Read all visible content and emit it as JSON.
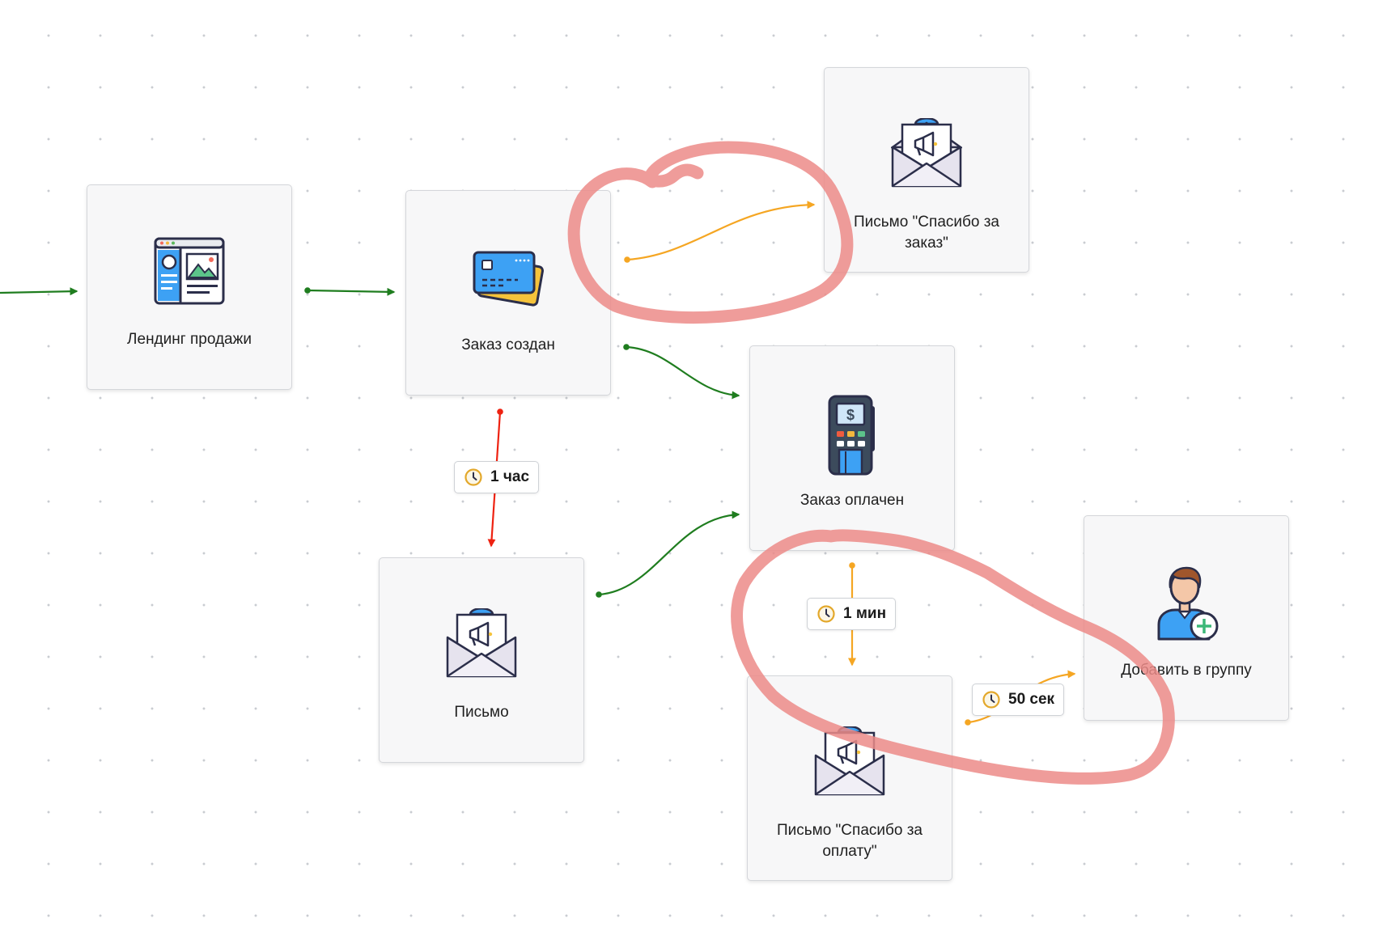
{
  "nodes": {
    "landing": {
      "label": "Лендинг продажи",
      "icon": "landing-page-icon"
    },
    "order_created": {
      "label": "Заказ создан",
      "icon": "credit-cards-icon"
    },
    "thanks_order": {
      "label": "Письмо \"Спасибо за заказ\"",
      "icon": "email-envelope-icon"
    },
    "order_paid": {
      "label": "Заказ оплачен",
      "icon": "payment-terminal-icon"
    },
    "letter": {
      "label": "Письмо",
      "icon": "email-envelope-icon"
    },
    "thanks_payment": {
      "label": "Письмо \"Спасибо за оплату\"",
      "icon": "email-envelope-icon"
    },
    "add_group": {
      "label": "Добавить в группу",
      "icon": "add-user-icon"
    }
  },
  "delays": {
    "hour": {
      "label": "1 час",
      "icon": "clock-icon"
    },
    "minute": {
      "label": "1 мин",
      "icon": "clock-icon"
    },
    "seconds": {
      "label": "50 сек",
      "icon": "clock-icon"
    }
  },
  "colors": {
    "default_link": "#1f7d1f",
    "timeout_link": "#ee2211",
    "delayed_link": "#f5a623",
    "highlight": "#ec8b88",
    "clock": "#e3a82b"
  }
}
